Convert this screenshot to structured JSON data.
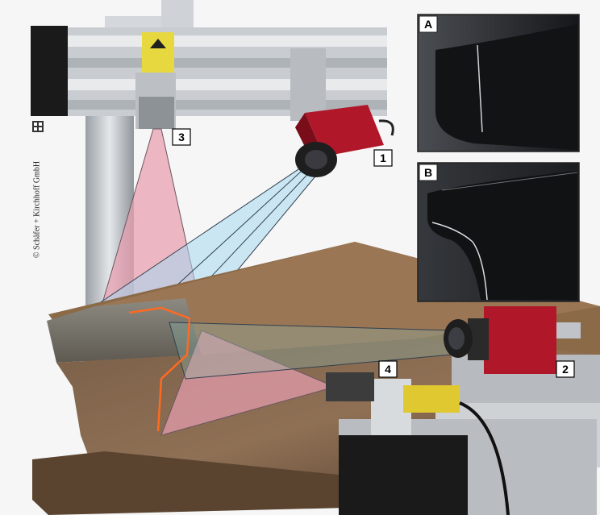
{
  "photo": {
    "credit": "© Schäfer + Kirchhoff GmbH",
    "labels": [
      "1",
      "2",
      "3",
      "4"
    ],
    "insets": [
      "A",
      "B"
    ]
  },
  "colors": {
    "laser_fan": "#e8a0b0",
    "camera_view": "#a8d8f0",
    "camera_body": "#b0182a",
    "rail_steel": "#6e5a45"
  }
}
